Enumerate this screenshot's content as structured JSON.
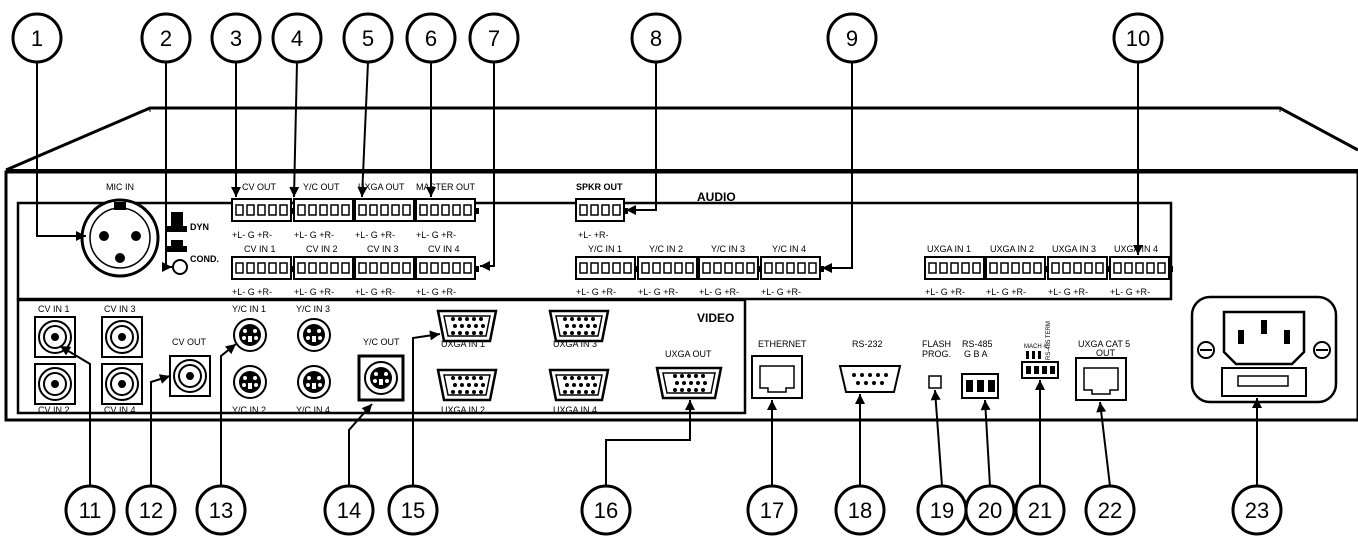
{
  "sections": {
    "audio": "AUDIO",
    "video": "VIDEO"
  },
  "callouts": [
    "1",
    "2",
    "3",
    "4",
    "5",
    "6",
    "7",
    "8",
    "9",
    "10",
    "11",
    "12",
    "13",
    "14",
    "15",
    "16",
    "17",
    "18",
    "19",
    "20",
    "21",
    "22",
    "23"
  ],
  "labels": {
    "mic_in": "MIC IN",
    "dyn": "DYN",
    "cond": "COND.",
    "cv_out_audio": "CV OUT",
    "yc_out_audio": "Y/C OUT",
    "uxga_out_audio": "UXGA OUT",
    "master_out": "MASTER OUT",
    "spkr_out": "SPKR OUT",
    "cv_in_audio": [
      "CV IN 1",
      "CV IN 2",
      "CV IN 3",
      "CV IN 4"
    ],
    "yc_in_audio": [
      "Y/C IN 1",
      "Y/C IN 2",
      "Y/C IN 3",
      "Y/C IN 4"
    ],
    "uxga_in_audio": [
      "UXGA IN 1",
      "UXGA IN 2",
      "UXGA IN 3",
      "UXGA IN 4"
    ],
    "pin_stereo": "+L-  G  +R-",
    "pin_spkr": "+L-  +R-",
    "cv_in_video": [
      "CV IN 1",
      "CV IN 3",
      "CV IN 2",
      "CV IN 4"
    ],
    "cv_out_video": "CV OUT",
    "yc_in_video": [
      "Y/C IN 1",
      "Y/C IN 3",
      "Y/C IN 2",
      "Y/C IN 4"
    ],
    "yc_out_video": "Y/C OUT",
    "uxga_in_video": [
      "UXGA IN 1",
      "UXGA IN 3",
      "UXGA IN 2",
      "UXGA IN 4"
    ],
    "uxga_out_video": "UXGA OUT",
    "ethernet": "ETHERNET",
    "rs232": "RS-232",
    "flash": "FLASH",
    "prog": "PROG.",
    "rs485": "RS-485",
    "gba": "G  B  A",
    "mach": "MACH #",
    "rs485_term": "RS-485 TERM",
    "uxga_cat5": "UXGA CAT 5",
    "out": "OUT"
  }
}
